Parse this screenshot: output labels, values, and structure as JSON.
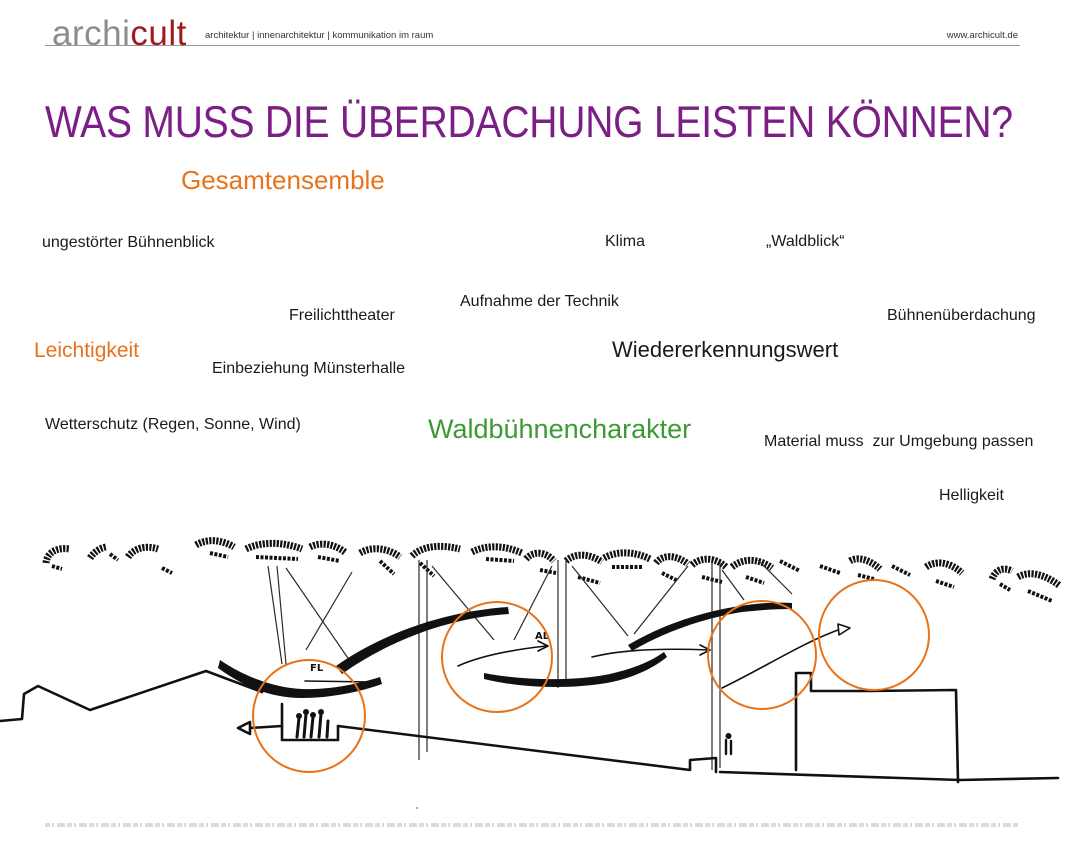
{
  "header": {
    "logo": {
      "part1": "archi",
      "part2": "cult"
    },
    "tagline": "architektur | innenarchitektur | kommunikation im raum",
    "website": "www.archicult.de"
  },
  "slide": {
    "title": "WAS MUSS DIE ÜBERDACHUNG LEISTEN KÖNNEN?",
    "keywords": [
      "Gesamtensemble",
      "ungestörter Bühnenblick",
      "Klima",
      "„Waldblick“",
      "Aufnahme der Technik",
      "Freilichttheater",
      "Bühnenüberdachung",
      "Leichtigkeit",
      "Wiedererkennungswert",
      "Einbeziehung Münsterhalle",
      "Wetterschutz (Regen, Sonne, Wind)",
      "Waldbühnencharakter",
      "Material muss  zur Umgebung passen",
      "Helligkeit"
    ]
  },
  "sketch": {
    "annotations": [
      "FL",
      "AL"
    ]
  },
  "colors": {
    "title": "#7b1f86",
    "accent_orange": "#e8731a",
    "accent_green": "#3d9a34",
    "logo_grey": "#8c8c8c",
    "logo_red": "#9e1b1b",
    "text": "#1a1a1a",
    "rule": "#9a9a9a",
    "sketch_ink": "#111111",
    "highlight_circles": "#e8731a"
  }
}
